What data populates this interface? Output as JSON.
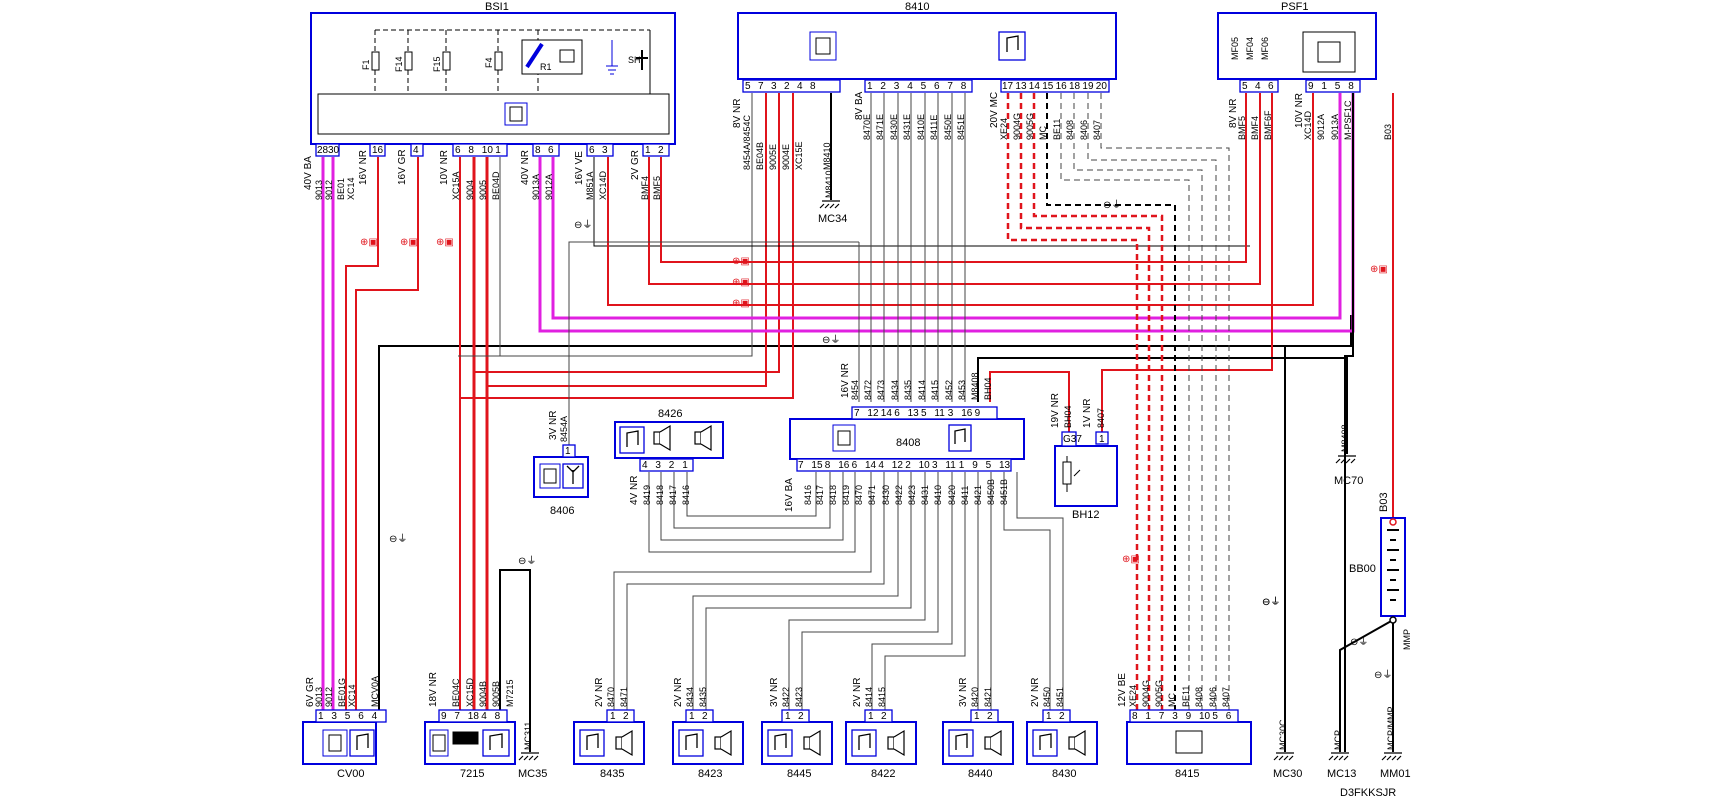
{
  "diagram": {
    "code": "D3FKKSJR",
    "symbols": {
      "ground": "⊖⏚",
      "fuse_feed": "⊕▣",
      "ground_glyph": "⊖⏚"
    },
    "modules": {
      "bsi1": {
        "label": "BSI1",
        "fuses": [
          "F1",
          "F14",
          "F15",
          "F4"
        ],
        "relay": "R1",
        "shunt": "SH"
      },
      "m8410": {
        "label": "8410"
      },
      "psf1": {
        "label": "PSF1",
        "fuses": [
          "MF05",
          "MF04",
          "MF06"
        ]
      },
      "m8408": {
        "label": "8408"
      },
      "m8426": {
        "label": "8426"
      },
      "m8406": {
        "label": "8406"
      },
      "bh12": {
        "label": "BH12"
      },
      "bb00": {
        "label": "BB00",
        "wire": "B03"
      },
      "cv00": {
        "label": "CV00"
      },
      "m7215": {
        "label": "7215"
      },
      "mc35": {
        "label": "MC35",
        "ground": "MC311"
      },
      "s8435": {
        "label": "8435"
      },
      "s8423": {
        "label": "8423"
      },
      "s8445": {
        "label": "8445"
      },
      "s8422": {
        "label": "8422"
      },
      "s8440": {
        "label": "8440"
      },
      "s8430": {
        "label": "8430"
      },
      "m8415": {
        "label": "8415"
      },
      "mc30": {
        "label": "MC30",
        "pin": "MC30C"
      },
      "mc13": {
        "label": "MC13",
        "pin": "MCP"
      },
      "mm01": {
        "label": "MM01",
        "pin": "MCP/MMP",
        "wire": "MMP"
      },
      "mc34": {
        "label": "MC34",
        "pin": "M8410"
      },
      "mc70": {
        "label": "MC70",
        "pin": "M8408"
      }
    },
    "connectors": {
      "bsi1_a": {
        "ref": "40V BA",
        "pins": [
          "28",
          "30"
        ]
      },
      "bsi1_b": {
        "ref": "16V NR",
        "pins": [
          "16"
        ]
      },
      "bsi1_c": {
        "ref": "16V GR",
        "pins": [
          "4"
        ]
      },
      "bsi1_d": {
        "ref": "10V NR",
        "pins": [
          "6",
          "8",
          "10",
          "1"
        ]
      },
      "bsi1_e": {
        "ref": "40V NR",
        "pins": [
          "8",
          "6"
        ]
      },
      "bsi1_f": {
        "ref": "16V VE",
        "pins": [
          "6",
          "3"
        ]
      },
      "bsi1_g": {
        "ref": "2V GR",
        "pins": [
          "1",
          "2"
        ]
      },
      "m8410_a": {
        "ref": "8V NR",
        "pins": [
          "5",
          "7",
          "3",
          "2",
          "4",
          "8"
        ]
      },
      "m8410_b": {
        "ref": "8V BA",
        "pins": [
          "1",
          "2",
          "3",
          "4",
          "5",
          "6",
          "7",
          "8"
        ]
      },
      "m8410_c": {
        "ref": "20V MC",
        "pins": [
          "17",
          "13",
          "14",
          "15",
          "16",
          "18",
          "19",
          "20"
        ]
      },
      "psf1_a": {
        "ref": "8V NR",
        "pins": [
          "5",
          "4",
          "6"
        ]
      },
      "psf1_b": {
        "ref": "10V NR",
        "pins": [
          "9",
          "1",
          "5",
          "8"
        ]
      },
      "m8408_top": {
        "ref": "16V NR",
        "pins": [
          "7",
          "12",
          "14",
          "6",
          "13",
          "5",
          "11",
          "3",
          "16",
          "9"
        ]
      },
      "m8408_bot": {
        "ref": "16V BA",
        "pins": [
          "7",
          "15",
          "8",
          "16",
          "6",
          "14",
          "4",
          "12",
          "2",
          "10",
          "3",
          "11",
          "1",
          "9",
          "5",
          "13"
        ]
      },
      "m8426": {
        "ref": "4V NR",
        "pins": [
          "4",
          "3",
          "2",
          "1"
        ]
      },
      "m8406": {
        "ref": "3V NR",
        "pins": [
          "1"
        ]
      },
      "bh12_a": {
        "ref": "19V NR",
        "pins": [
          "G37"
        ]
      },
      "bh12_b": {
        "ref": "1V NR",
        "pins": [
          "1"
        ]
      },
      "cv00": {
        "ref": "6V GR",
        "pins": [
          "1",
          "3",
          "5",
          "6",
          "4"
        ]
      },
      "m7215": {
        "ref": "18V NR",
        "pins": [
          "9",
          "7",
          "18",
          "4",
          "8"
        ]
      },
      "s8435": {
        "ref": "2V NR",
        "pins": [
          "1",
          "2"
        ]
      },
      "s8423": {
        "ref": "2V NR",
        "pins": [
          "1",
          "2"
        ]
      },
      "s8445": {
        "ref": "3V NR",
        "pins": [
          "1",
          "2"
        ]
      },
      "s8422": {
        "ref": "2V NR",
        "pins": [
          "1",
          "2"
        ]
      },
      "s8440": {
        "ref": "3V NR",
        "pins": [
          "1",
          "2"
        ]
      },
      "s8430": {
        "ref": "2V NR",
        "pins": [
          "1",
          "2"
        ]
      },
      "m8415": {
        "ref": "12V BE",
        "pins": [
          "8",
          "1",
          "7",
          "3",
          "9",
          "10",
          "5",
          "6"
        ]
      }
    },
    "wires": {
      "bsi1": [
        "9013",
        "9012",
        "BE01",
        "XC14",
        "XC15A",
        "9004",
        "9005",
        "BE04D",
        "9013A",
        "9012A",
        "M851A",
        "XC14D",
        "BMF4",
        "BMF5"
      ],
      "m8410_a": [
        "8454A/8454C",
        "BE04B",
        "9005E",
        "9004E",
        "XC15E",
        "M8410"
      ],
      "m8410_b": [
        "8470E",
        "8471E",
        "8430E",
        "8431E",
        "8410E",
        "8411E",
        "8450E",
        "8451E"
      ],
      "m8410_c": [
        "XE24",
        "9004G",
        "9005G",
        "MC",
        "BE11",
        "8408",
        "8406",
        "8407"
      ],
      "psf1": [
        "BMF5",
        "BMF4",
        "BMF6F",
        "XC14D",
        "9012A",
        "9013A",
        "M-PSF1C",
        "B03"
      ],
      "m8408_top": [
        "8454",
        "8472",
        "8473",
        "8434",
        "8435",
        "8414",
        "8415",
        "8452",
        "8453",
        "M8408",
        "BH04"
      ],
      "m8408_bot": [
        "8416",
        "8417",
        "8418",
        "8419",
        "8470",
        "8471",
        "8430",
        "8422",
        "8423",
        "8431",
        "8410",
        "8420",
        "8411",
        "8421",
        "8450B",
        "8451B"
      ],
      "m8426": [
        "8419",
        "8418",
        "8417",
        "8416"
      ],
      "m8406": [
        "8454A"
      ],
      "bh12": [
        "BH04",
        "8407"
      ],
      "cv00": [
        "9013",
        "9012",
        "BE01G",
        "XC14",
        "MCV0A"
      ],
      "m7215": [
        "BE04C",
        "XC15D",
        "9004B",
        "9005B",
        "M7215"
      ],
      "s8435": [
        "8470",
        "8471"
      ],
      "s8423": [
        "8434",
        "8435"
      ],
      "s8445": [
        "8422",
        "8423"
      ],
      "s8422": [
        "8414",
        "8415"
      ],
      "s8440": [
        "8420",
        "8421"
      ],
      "s8430": [
        "8450",
        "8451"
      ],
      "m8415": [
        "XE24",
        "9004G",
        "9005G",
        "MC",
        "BE11",
        "8408",
        "8406",
        "8407"
      ]
    },
    "colors": {
      "red": "#e0141c",
      "magenta": "#e020e0",
      "black": "#000000",
      "blue": "#0000dd",
      "gray": "#666666"
    }
  }
}
